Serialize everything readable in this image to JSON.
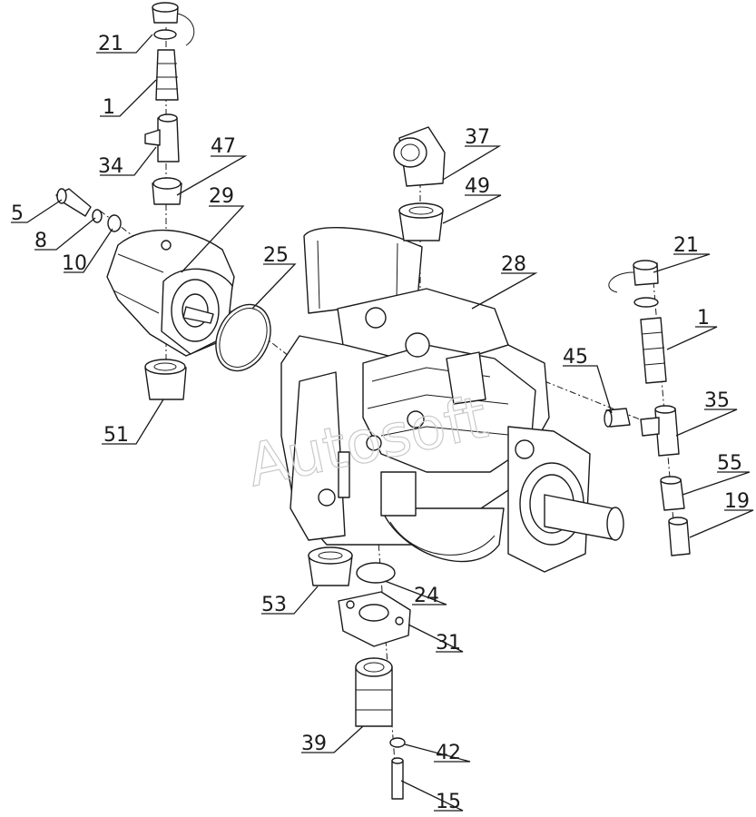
{
  "watermark": "Autosoft",
  "callouts": [
    {
      "id": "21a",
      "text": "21"
    },
    {
      "id": "1a",
      "text": "1"
    },
    {
      "id": "34",
      "text": "34"
    },
    {
      "id": "47",
      "text": "47"
    },
    {
      "id": "29",
      "text": "29"
    },
    {
      "id": "5",
      "text": "5"
    },
    {
      "id": "8",
      "text": "8"
    },
    {
      "id": "10",
      "text": "10"
    },
    {
      "id": "25",
      "text": "25"
    },
    {
      "id": "37",
      "text": "37"
    },
    {
      "id": "49",
      "text": "49"
    },
    {
      "id": "28",
      "text": "28"
    },
    {
      "id": "21b",
      "text": "21"
    },
    {
      "id": "1b",
      "text": "1"
    },
    {
      "id": "45",
      "text": "45"
    },
    {
      "id": "35",
      "text": "35"
    },
    {
      "id": "55",
      "text": "55"
    },
    {
      "id": "19",
      "text": "19"
    },
    {
      "id": "51",
      "text": "51"
    },
    {
      "id": "53",
      "text": "53"
    },
    {
      "id": "24",
      "text": "24"
    },
    {
      "id": "31",
      "text": "31"
    },
    {
      "id": "39",
      "text": "39"
    },
    {
      "id": "42",
      "text": "42"
    },
    {
      "id": "15",
      "text": "15"
    }
  ]
}
